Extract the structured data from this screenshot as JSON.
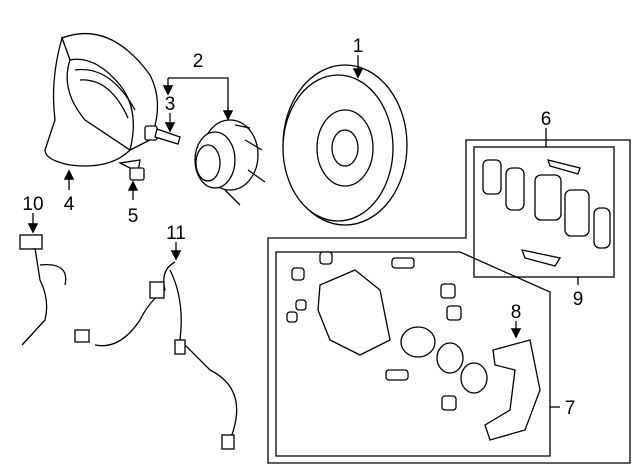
{
  "diagram": {
    "callouts": [
      {
        "id": "1"
      },
      {
        "id": "2"
      },
      {
        "id": "3"
      },
      {
        "id": "4"
      },
      {
        "id": "5"
      },
      {
        "id": "6"
      },
      {
        "id": "7"
      },
      {
        "id": "8"
      },
      {
        "id": "9"
      },
      {
        "id": "10"
      },
      {
        "id": "11"
      }
    ],
    "colors": {
      "line": "#000000",
      "background": "#ffffff"
    }
  }
}
